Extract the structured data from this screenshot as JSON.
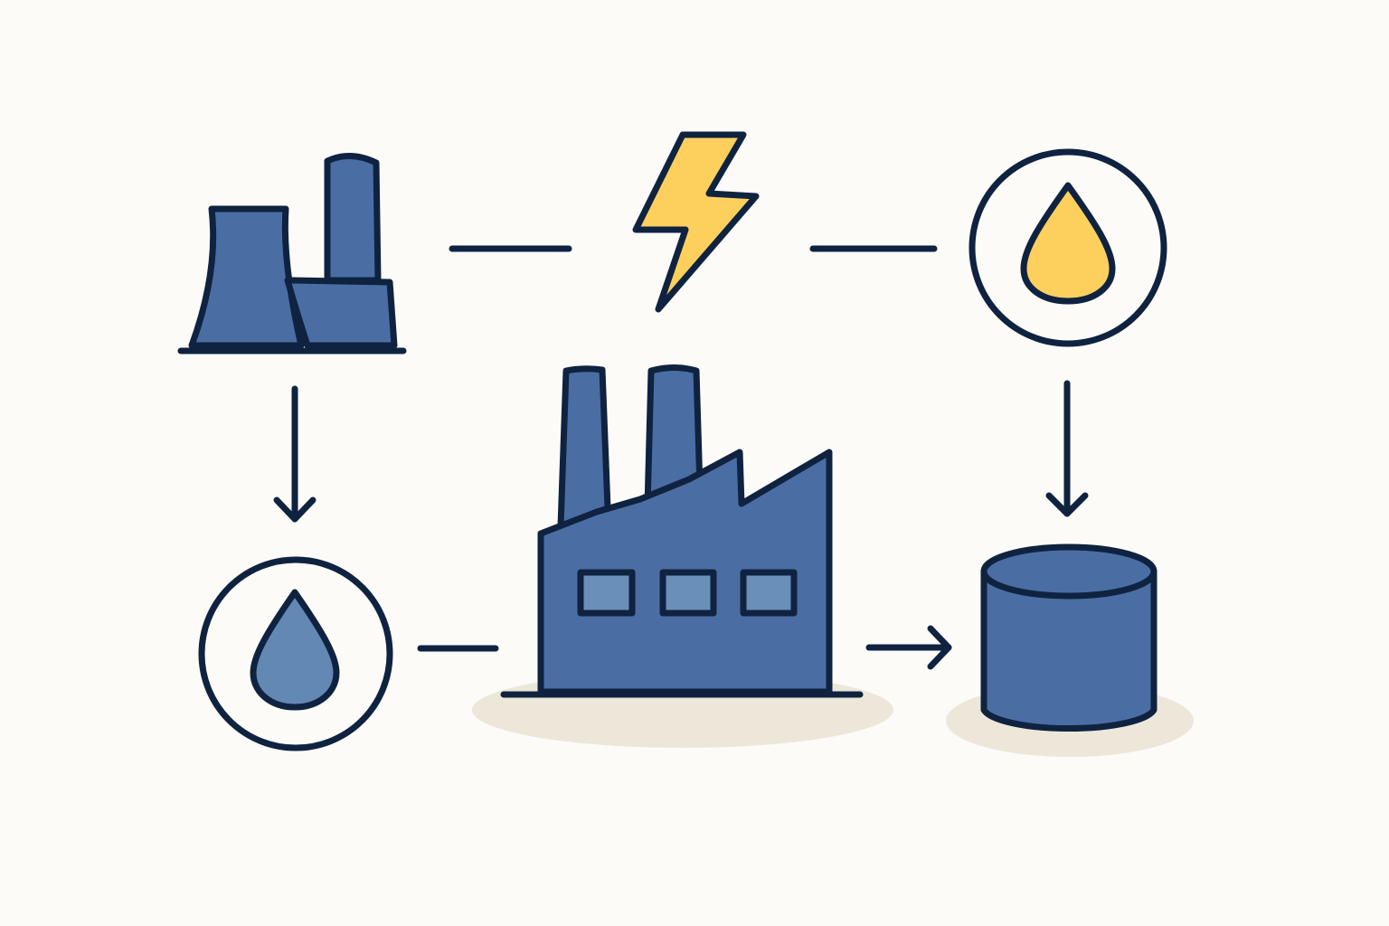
{
  "diagram": {
    "nodes": [
      {
        "id": "power-plant",
        "icon": "power-plant-icon"
      },
      {
        "id": "electricity",
        "icon": "lightning-bolt-icon"
      },
      {
        "id": "oil-drop-yellow",
        "icon": "oil-drop-icon"
      },
      {
        "id": "water-drop-blue",
        "icon": "water-drop-icon"
      },
      {
        "id": "factory",
        "icon": "factory-icon"
      },
      {
        "id": "storage-tank",
        "icon": "storage-tank-icon"
      }
    ],
    "edges": [
      {
        "from": "power-plant",
        "to": "electricity",
        "style": "line"
      },
      {
        "from": "electricity",
        "to": "oil-drop-yellow",
        "style": "line"
      },
      {
        "from": "power-plant",
        "to": "water-drop-blue",
        "style": "arrow"
      },
      {
        "from": "oil-drop-yellow",
        "to": "storage-tank",
        "style": "arrow"
      },
      {
        "from": "water-drop-blue",
        "to": "factory",
        "style": "line"
      },
      {
        "from": "factory",
        "to": "storage-tank",
        "style": "arrow"
      }
    ]
  },
  "colors": {
    "background": "#fcfbf8",
    "outline": "#0f2340",
    "primary_blue": "#4a6ea3",
    "light_blue": "#6488b4",
    "window_blue": "#6a8fb8",
    "accent_yellow": "#fdd05e",
    "shadow_beige": "#ede7da"
  }
}
